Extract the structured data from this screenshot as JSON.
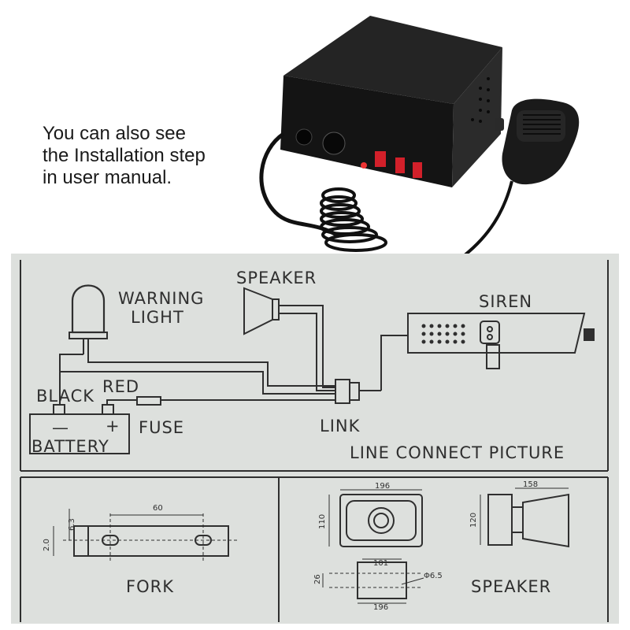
{
  "caption": {
    "line1": "You can also see",
    "line2": "the Installation step",
    "line3": "in user manual."
  },
  "wiring": {
    "speaker": "SPEAKER",
    "warning_light_1": "WARNING",
    "warning_light_2": "LIGHT",
    "siren": "SIREN",
    "black": "BLACK",
    "red": "RED",
    "minus": "—",
    "plus": "+",
    "fuse": "FUSE",
    "battery": "BATTERY",
    "link": "LINK",
    "title": "LINE CONNECT PICTURE"
  },
  "fork": {
    "label": "FORK",
    "dim_length": "60",
    "dim_height": "2.0",
    "dim_hole": "6.3"
  },
  "speaker_dims": {
    "label": "SPEAKER",
    "front_width": "196",
    "front_height": "110",
    "side_width": "158",
    "side_height": "120",
    "bracket_top": "101",
    "bracket_bottom": "196",
    "bracket_side": "26",
    "hole": "Φ6.5"
  },
  "colors": {
    "paper": "#dde0dd",
    "ink": "#2f2f2f",
    "device_body": "#1c1c1c",
    "switch_red": "#d2202a"
  }
}
